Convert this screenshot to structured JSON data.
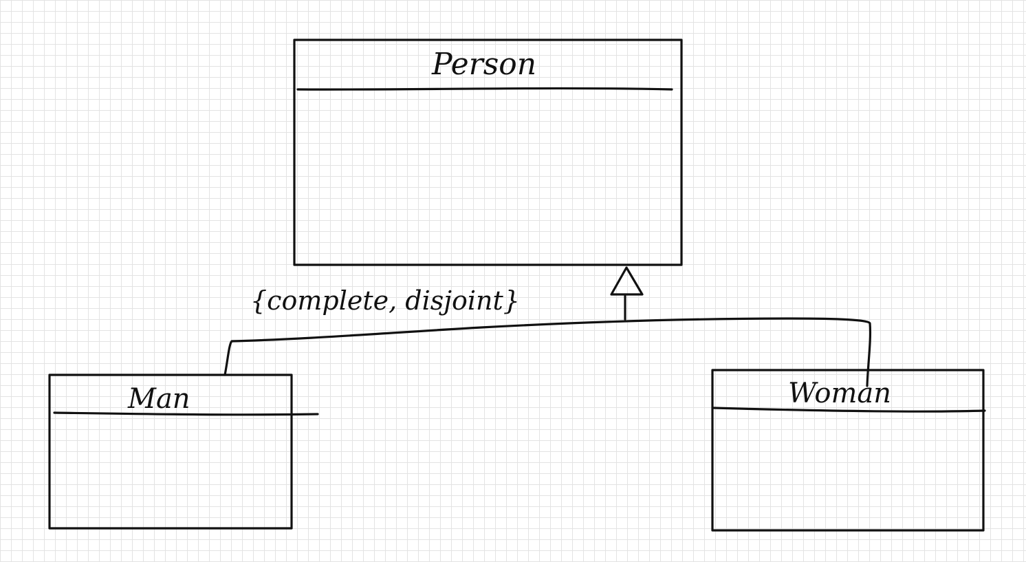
{
  "diagram": {
    "classes": {
      "person": {
        "name": "Person"
      },
      "man": {
        "name": "Man"
      },
      "woman": {
        "name": "Woman"
      }
    },
    "generalization": {
      "constraint": "{complete, disjoint}"
    }
  }
}
